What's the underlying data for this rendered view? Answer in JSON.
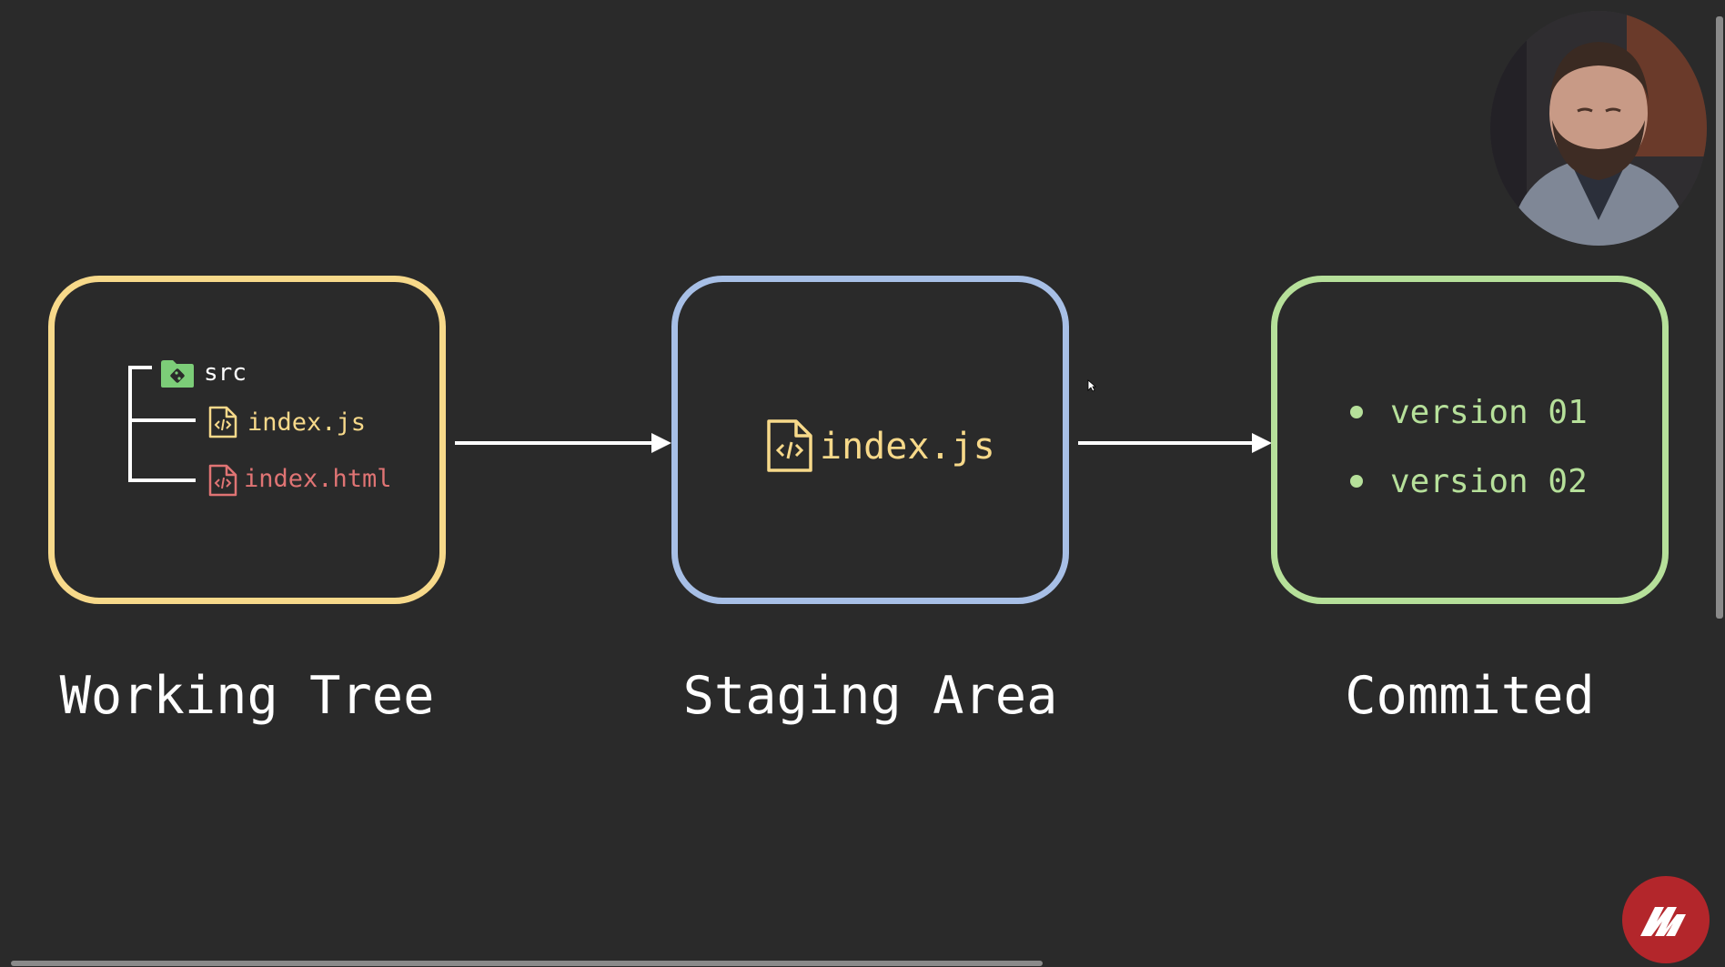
{
  "stages": {
    "working_tree": {
      "label": "Working Tree",
      "color": "#f7d98a"
    },
    "staging_area": {
      "label": "Staging Area",
      "color": "#a7bfe6"
    },
    "committed": {
      "label": "Commited",
      "color": "#b6e09a"
    }
  },
  "working_tree": {
    "folder": "src",
    "files": [
      {
        "name": "index.js",
        "color": "#f7d98a"
      },
      {
        "name": "index.html",
        "color": "#e07474"
      }
    ]
  },
  "staging_area": {
    "file": "index.js"
  },
  "committed": {
    "versions": [
      "version 01",
      "version 02"
    ]
  },
  "icons": {
    "folder": "folder-git-icon",
    "file": "code-file-icon",
    "brand": "brand-logo-icon"
  },
  "colors": {
    "background": "#2a2a2a",
    "arrow": "#ffffff",
    "folder_green": "#7ccd78",
    "html_red": "#e07474"
  }
}
